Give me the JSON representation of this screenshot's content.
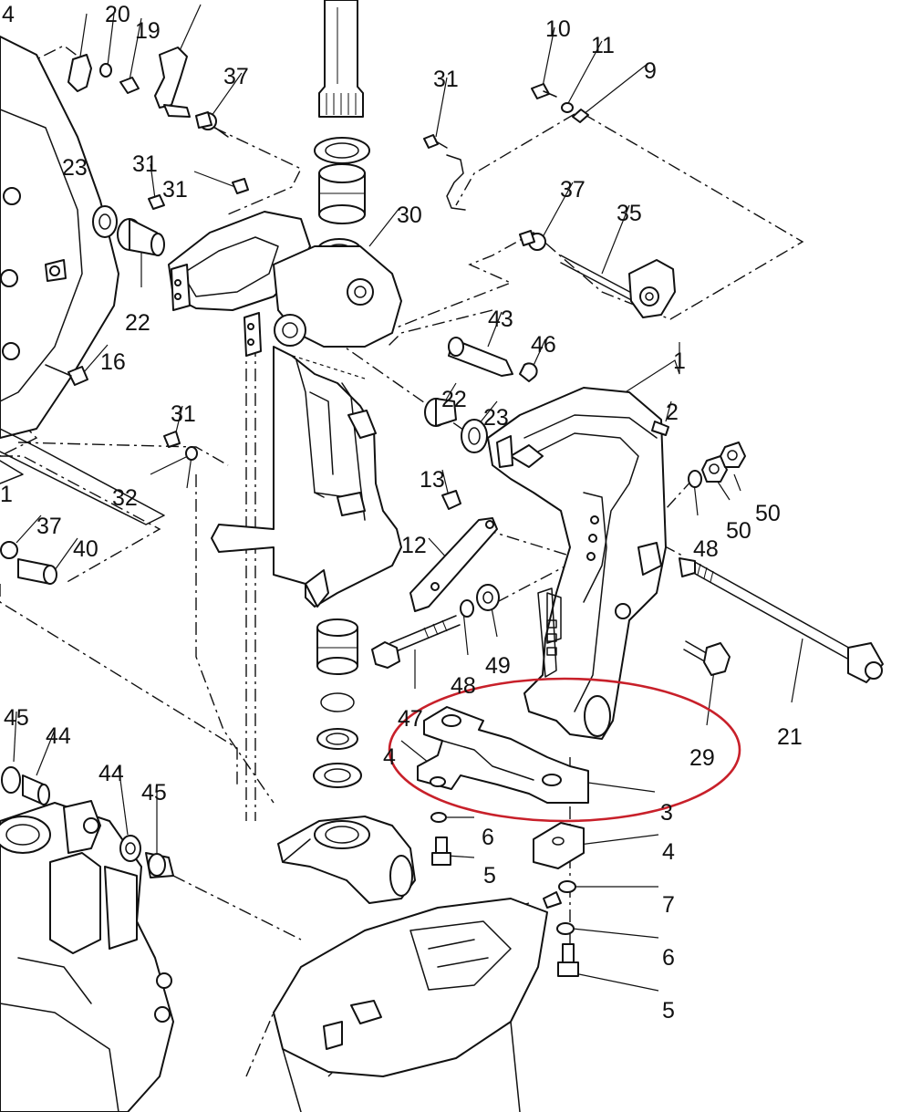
{
  "diagram": {
    "highlight_color": "#c8202a",
    "callouts": [
      {
        "id": "c-top-left",
        "label": "4"
      },
      {
        "id": "c-20",
        "label": "20"
      },
      {
        "id": "c-19",
        "label": "19"
      },
      {
        "id": "c-37a",
        "label": "37"
      },
      {
        "id": "c-10",
        "label": "10"
      },
      {
        "id": "c-11",
        "label": "11"
      },
      {
        "id": "c-9",
        "label": "9"
      },
      {
        "id": "c-31a",
        "label": "31"
      },
      {
        "id": "c-23a",
        "label": "23"
      },
      {
        "id": "c-31b",
        "label": "31"
      },
      {
        "id": "c-31c",
        "label": "31"
      },
      {
        "id": "c-30",
        "label": "30"
      },
      {
        "id": "c-37b",
        "label": "37"
      },
      {
        "id": "c-35",
        "label": "35"
      },
      {
        "id": "c-22a",
        "label": "22"
      },
      {
        "id": "c-43",
        "label": "43"
      },
      {
        "id": "c-46",
        "label": "46"
      },
      {
        "id": "c-16",
        "label": "16"
      },
      {
        "id": "c-1",
        "label": "1"
      },
      {
        "id": "c-2",
        "label": "2"
      },
      {
        "id": "c-22b",
        "label": "22"
      },
      {
        "id": "c-23b",
        "label": "23"
      },
      {
        "id": "c-31d",
        "label": "31"
      },
      {
        "id": "c-13",
        "label": "13"
      },
      {
        "id": "c-32",
        "label": "32"
      },
      {
        "id": "c-left-1",
        "label": "1"
      },
      {
        "id": "c-50a",
        "label": "50"
      },
      {
        "id": "c-50b",
        "label": "50"
      },
      {
        "id": "c-48a",
        "label": "48"
      },
      {
        "id": "c-37c",
        "label": "37"
      },
      {
        "id": "c-40",
        "label": "40"
      },
      {
        "id": "c-12",
        "label": "12"
      },
      {
        "id": "c-49",
        "label": "49"
      },
      {
        "id": "c-48b",
        "label": "48"
      },
      {
        "id": "c-47",
        "label": "47"
      },
      {
        "id": "c-21",
        "label": "21"
      },
      {
        "id": "c-29",
        "label": "29"
      },
      {
        "id": "c-45a",
        "label": "45"
      },
      {
        "id": "c-44a",
        "label": "44"
      },
      {
        "id": "c-44b",
        "label": "44"
      },
      {
        "id": "c-45b",
        "label": "45"
      },
      {
        "id": "c-4a",
        "label": "4"
      },
      {
        "id": "c-3",
        "label": "3"
      },
      {
        "id": "c-6a",
        "label": "6"
      },
      {
        "id": "c-5a",
        "label": "5"
      },
      {
        "id": "c-4b",
        "label": "4"
      },
      {
        "id": "c-7",
        "label": "7"
      },
      {
        "id": "c-6b",
        "label": "6"
      },
      {
        "id": "c-5b",
        "label": "5"
      }
    ]
  }
}
